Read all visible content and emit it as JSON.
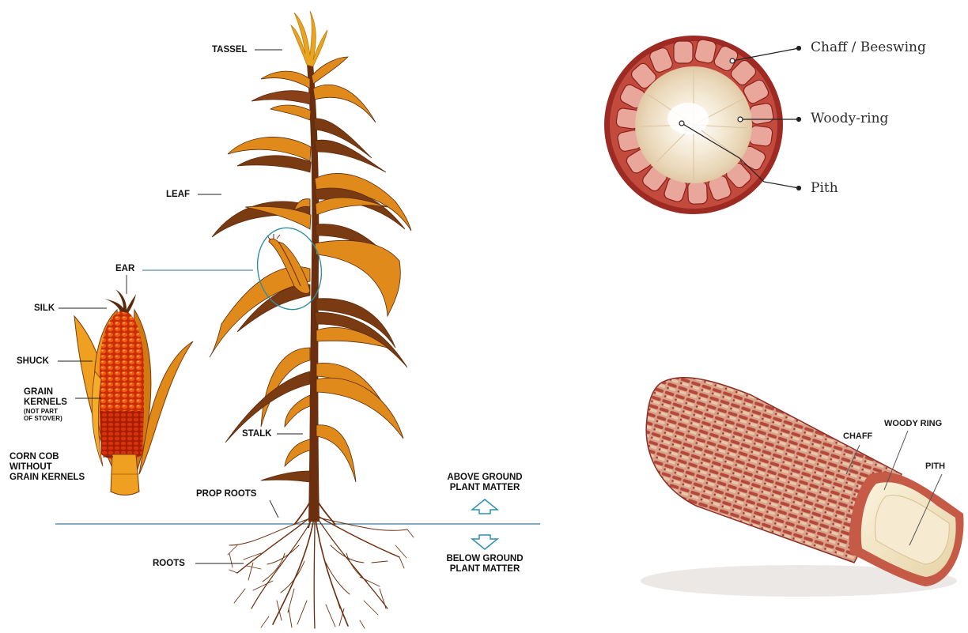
{
  "plant_labels": {
    "tassel": "TASSEL",
    "leaf": "LEAF",
    "ear": "EAR",
    "silk": "SILK",
    "shuck": "SHUCK",
    "grain_kernels": "GRAIN",
    "grain_kernels_2": "KERNELS",
    "grain_note_1": "(NOT PART",
    "grain_note_2": "OF STOVER)",
    "corn_cob_1": "CORN COB",
    "corn_cob_2": "WITHOUT",
    "corn_cob_3": "GRAIN KERNELS",
    "stalk": "STALK",
    "prop_roots": "PROP ROOTS",
    "roots": "ROOTS"
  },
  "ground_labels": {
    "above_1": "ABOVE GROUND",
    "above_2": "PLANT MATTER",
    "below_1": "BELOW GROUND",
    "below_2": "PLANT MATTER"
  },
  "cross_section_labels": {
    "chaff": "Chaff / Beeswing",
    "woody_ring": "Woody-ring",
    "pith": "Pith"
  },
  "cob_photo_labels": {
    "chaff": "CHAFF",
    "woody_ring": "WOODY RING",
    "pith": "PITH"
  },
  "colors": {
    "leaf_orange": "#e08a1c",
    "leaf_brown": "#7a3a12",
    "stalk": "#6b2e0e",
    "kernel_red": "#d83a08",
    "ground_line": "#3a7ba0",
    "arrow": "#2f8fb0",
    "cob_red": "#b0413a"
  }
}
